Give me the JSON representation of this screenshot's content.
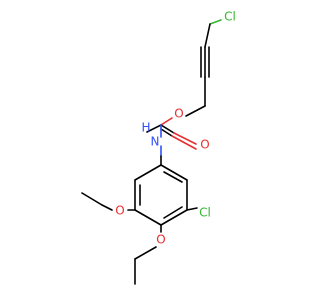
{
  "molecule": {
    "atoms": {
      "cl_top": {
        "label": "Cl",
        "color": "#33b833"
      },
      "o_ester": {
        "label": "O",
        "color": "#e53030"
      },
      "o_carbonyl": {
        "label": "O",
        "color": "#e53030"
      },
      "n_amide": {
        "label": "N",
        "color": "#3050f8"
      },
      "h_amide": {
        "label": "H",
        "color": "#3050f8"
      },
      "cl_ring": {
        "label": "Cl",
        "color": "#33b833"
      },
      "o_ether_left": {
        "label": "O",
        "color": "#e53030"
      },
      "o_ether_bottom": {
        "label": "O",
        "color": "#e53030"
      }
    }
  }
}
